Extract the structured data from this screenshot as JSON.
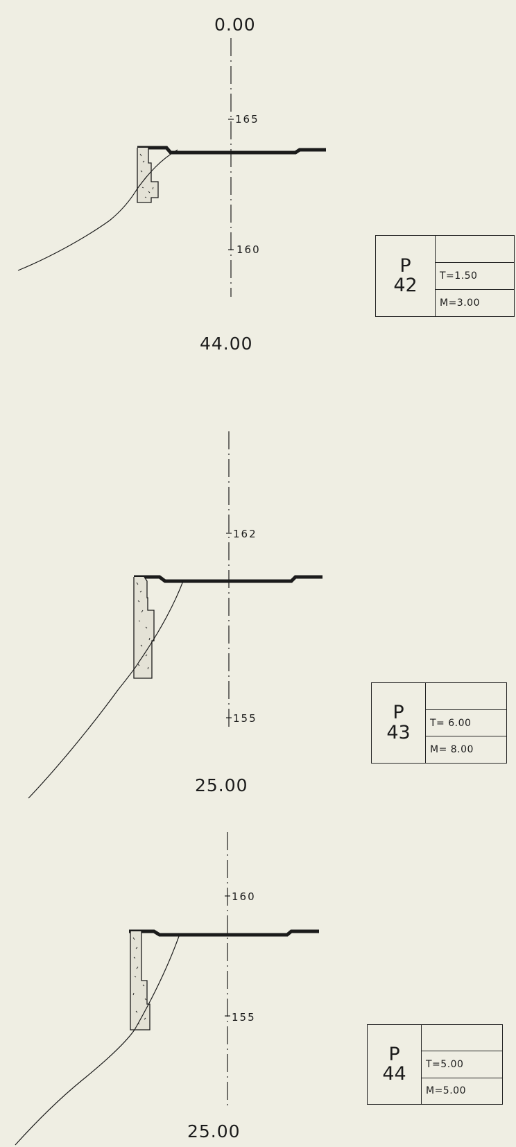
{
  "profiles": [
    {
      "distance_top": "0.00",
      "elev_upper": "165",
      "elev_lower": "160",
      "distance_bottom": "44.00",
      "box": {
        "id": "P",
        "num": "42",
        "t": "T=1.50",
        "m": "M=3.00"
      }
    },
    {
      "elev_upper": "162",
      "elev_lower": "155",
      "distance_bottom": "25.00",
      "box": {
        "id": "P",
        "num": "43",
        "t": "T= 6.00",
        "m": "M= 8.00"
      }
    },
    {
      "elev_upper": "160",
      "elev_lower": "155",
      "distance_bottom": "25.00",
      "box": {
        "id": "P",
        "num": "44",
        "t": "T=5.00",
        "m": "M=5.00"
      }
    }
  ],
  "colors": {
    "paper": "#efeee3",
    "ink": "#1b1b1b",
    "fill": "#e4e2d6"
  }
}
